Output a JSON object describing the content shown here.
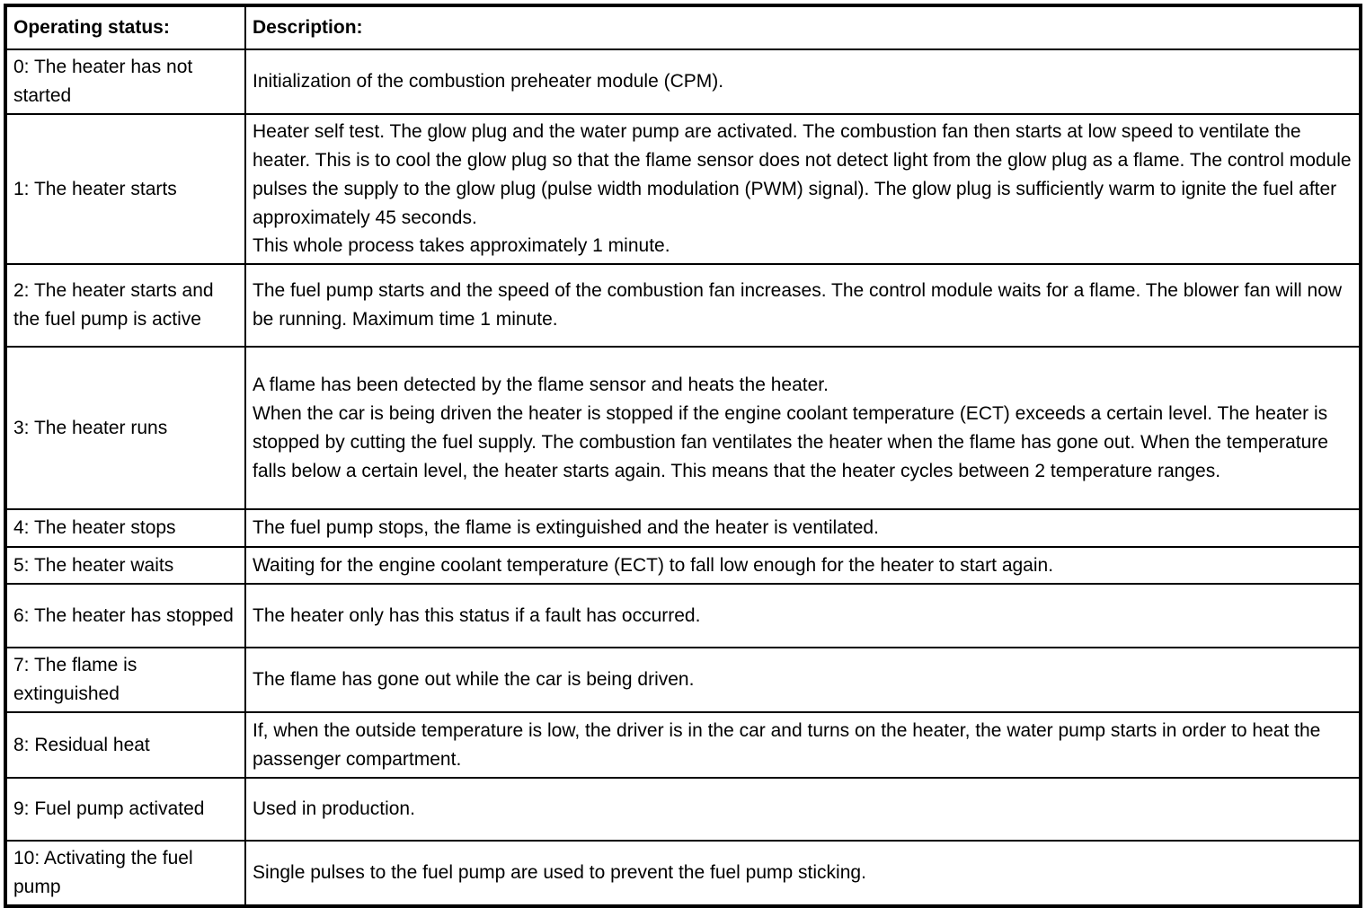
{
  "table": {
    "headers": {
      "status": "Operating status:",
      "description": "Description:"
    },
    "rows": [
      {
        "status": "0: The heater has not started",
        "description": "Initialization of the combustion preheater module (CPM)."
      },
      {
        "status": "1: The heater starts",
        "description": "Heater self test. The glow plug and the water pump are activated. The combustion fan then starts at low speed to ventilate the heater. This is to cool the glow plug so that the flame sensor does not detect light from the glow plug as a flame. The control module pulses the supply to the glow plug (pulse width modulation (PWM) signal). The glow plug is sufficiently warm to ignite the fuel after approximately 45 seconds.\nThis whole process takes approximately 1 minute."
      },
      {
        "status": "2: The heater starts and the fuel pump is active",
        "description": "The fuel pump starts and the speed of the combustion fan increases. The control module waits for a flame. The blower fan will now be running. Maximum time 1 minute."
      },
      {
        "status": "3: The heater runs",
        "description": "A flame has been detected by the flame sensor and heats the heater.\nWhen the car is being driven the heater is stopped if the engine coolant temperature (ECT) exceeds a certain level. The heater is stopped by cutting the fuel supply. The combustion fan ventilates the heater when the flame has gone out. When the temperature falls below a certain level, the heater starts again. This means that the heater cycles between 2 temperature ranges."
      },
      {
        "status": "4: The heater stops",
        "description": "The fuel pump stops, the flame is extinguished and the heater is ventilated."
      },
      {
        "status": "5: The heater waits",
        "description": "Waiting for the engine coolant temperature (ECT) to fall low enough for the heater to start again."
      },
      {
        "status": "6: The heater has stopped",
        "description": "The heater only has this status if a fault has occurred."
      },
      {
        "status": "7: The flame is extinguished",
        "description": "The flame has gone out while the car is being driven."
      },
      {
        "status": "8: Residual heat",
        "description": "If, when the outside temperature is low, the driver is in the car and turns on the heater, the water pump starts in order to heat the passenger compartment."
      },
      {
        "status": "9: Fuel pump activated",
        "description": "Used in production."
      },
      {
        "status": "10: Activating the fuel pump",
        "description": "Single pulses to the fuel pump are used to prevent the fuel pump sticking."
      }
    ]
  }
}
